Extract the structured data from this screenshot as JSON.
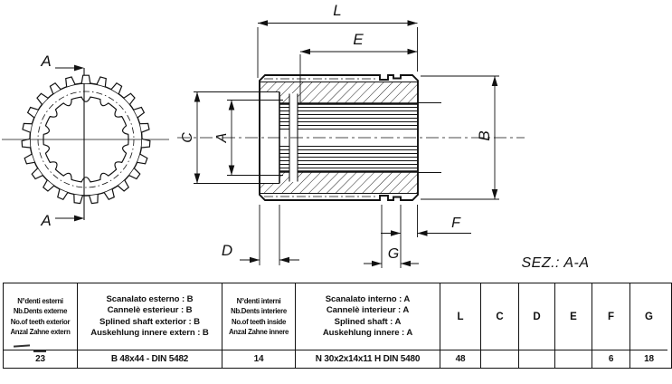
{
  "drawing": {
    "section_view_title": "SEZ.: A-A",
    "cut_label_top": "A",
    "cut_label_bottom": "A",
    "dim_labels": {
      "L": "L",
      "E": "E",
      "A": "A",
      "B": "B",
      "C": "C",
      "D": "D",
      "F": "F",
      "G": "G"
    }
  },
  "table": {
    "columns": [
      {
        "header_lines": [
          "N°denti esterni",
          "Nb.Dents externe",
          "No.of teeth exterior",
          "Anzal Zahne extern"
        ],
        "value": "23"
      },
      {
        "header_lines": [
          "Scanalato esterno : B",
          "Cannelè esterieur : B",
          "Splined shaft exterior : B",
          "Auskehlung innere extern : B"
        ],
        "value": "B 48x44 - DIN 5482"
      },
      {
        "header_lines": [
          "N°denti interni",
          "Nb.Dents interiere",
          "No.of teeth inside",
          "Anzal Zahne innere"
        ],
        "value": "14"
      },
      {
        "header_lines": [
          "Scanalato interno : A",
          "Cannelè interieur : A",
          "Splined shaft : A",
          "Auskehlung innere : A"
        ],
        "value": "N 30x2x14x11 H DIN 5480"
      },
      {
        "header": "L",
        "value": "48"
      },
      {
        "header": "C",
        "value": ""
      },
      {
        "header": "D",
        "value": ""
      },
      {
        "header": "E",
        "value": ""
      },
      {
        "header": "F",
        "value": "6"
      },
      {
        "header": "G",
        "value": "18"
      }
    ]
  }
}
